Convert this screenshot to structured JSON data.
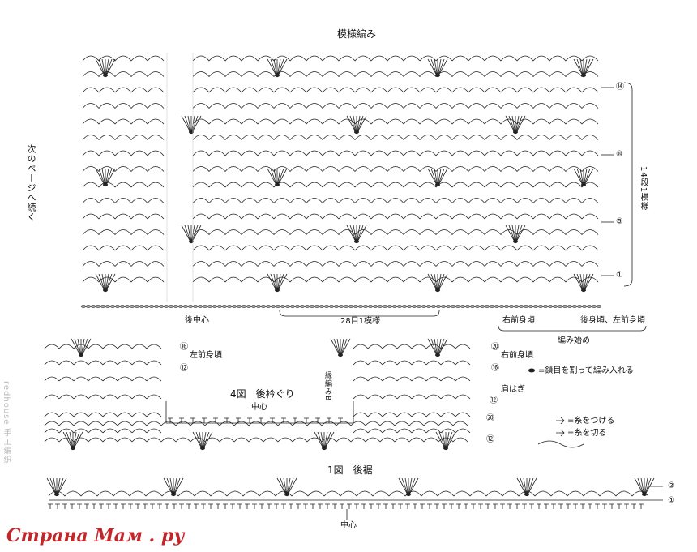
{
  "title_pattern": "模様編み",
  "side_note_vertical": "次のページへ続く",
  "repeat_rows_label": "14段1模様",
  "top_row_markers": [
    "⑭",
    "⑩",
    "⑤",
    "①"
  ],
  "bottom_labels": {
    "center_back": "後中心",
    "repeat": "28目1模様",
    "right_front": "右前身頃",
    "back_left_front": "後身頃、左前身頃",
    "start": "編み始め"
  },
  "fig4": {
    "title": "4図　後衿ぐり",
    "center": "中心",
    "left_front": "左前身頃",
    "right_front": "右前身頃",
    "edging": "縁編みB",
    "shoulder": "肩はぎ",
    "markers_left": [
      "⑯",
      "⑫"
    ],
    "markers_right": [
      "⑳",
      "⑯",
      "⑫",
      "⑳",
      "⑫"
    ]
  },
  "fig1": {
    "title": "1図　後裾",
    "center": "中心",
    "markers": [
      "②",
      "①"
    ]
  },
  "legend": {
    "split": "=鎖目を割って編み入れる",
    "join": "=糸をつける",
    "cut": "=糸を切る"
  },
  "watermark": "Страна Мам . ру",
  "side_watermark": "redhouse 手工编织"
}
